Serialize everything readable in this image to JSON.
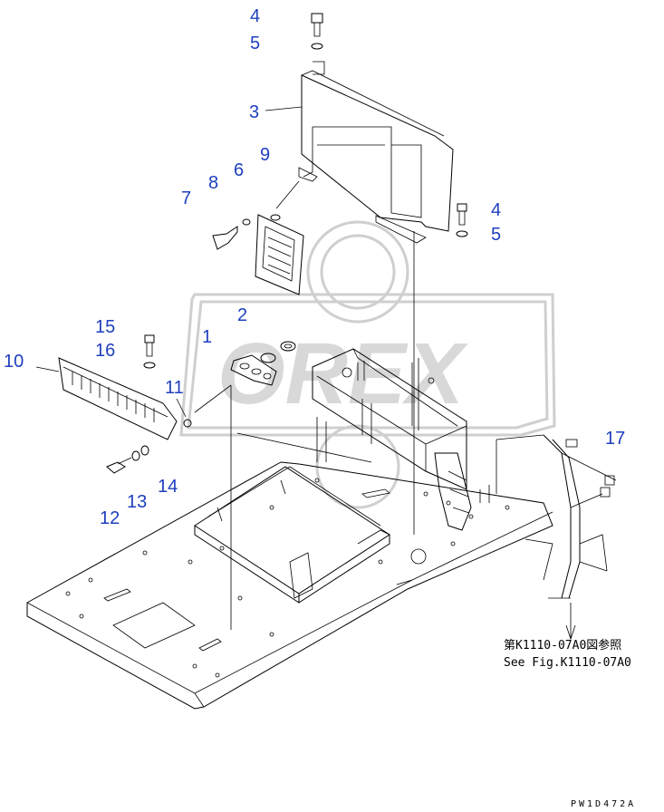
{
  "callouts": {
    "c4a": "4",
    "c5a": "5",
    "c3": "3",
    "c9": "9",
    "c6": "6",
    "c8": "8",
    "c7": "7",
    "c4b": "4",
    "c5b": "5",
    "c2": "2",
    "c1": "1",
    "c15": "15",
    "c16": "16",
    "c10": "10",
    "c11": "11",
    "c14": "14",
    "c12": "12",
    "c13": "13",
    "c17": "17"
  },
  "reference_note": {
    "line1": "第K1110-07A0図参照",
    "line2": "See Fig.K1110-07A0"
  },
  "figure_code": "PW1D472A",
  "watermark": "OREX",
  "colors": {
    "callout": "#1f3fbf",
    "lines": "#000000",
    "watermark": "#cfcfcf"
  }
}
